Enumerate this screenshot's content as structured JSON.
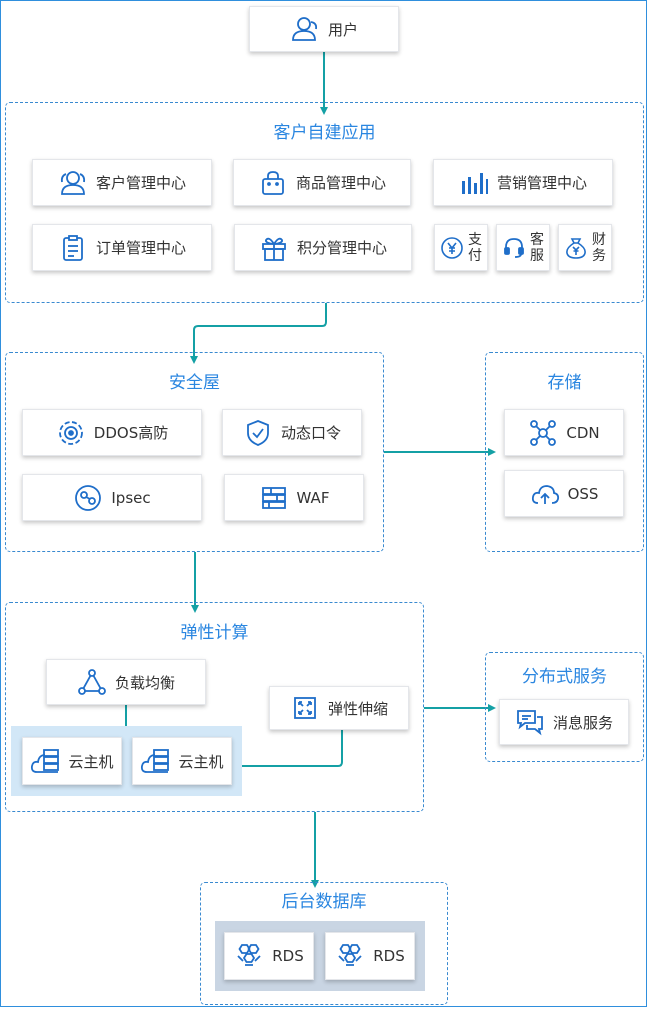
{
  "user": {
    "label": "用户"
  },
  "app": {
    "title": "客户自建应用",
    "items": {
      "customer": "客户管理中心",
      "product": "商品管理中心",
      "marketing": "营销管理中心",
      "order": "订单管理中心",
      "points": "积分管理中心",
      "pay": [
        "支",
        "付"
      ],
      "service": [
        "客",
        "服"
      ],
      "finance": [
        "财",
        "务"
      ]
    }
  },
  "security": {
    "title": "安全屋",
    "items": {
      "ddos": "DDOS高防",
      "token": "动态口令",
      "ipsec": "Ipsec",
      "waf": "WAF"
    }
  },
  "storage": {
    "title": "存储",
    "items": {
      "cdn": "CDN",
      "oss": "OSS"
    }
  },
  "compute": {
    "title": "弹性计算",
    "items": {
      "lb": "负载均衡",
      "host1": "云主机",
      "host2": "云主机",
      "scaling": "弹性伸缩"
    }
  },
  "distributed": {
    "title": "分布式服务",
    "items": {
      "mq": "消息服务"
    }
  },
  "database": {
    "title": "后台数据库",
    "items": {
      "rds1": "RDS",
      "rds2": "RDS"
    }
  },
  "colors": {
    "accent": "#2a86e0",
    "line": "#14a0a5",
    "border": "#3a8ad0"
  }
}
